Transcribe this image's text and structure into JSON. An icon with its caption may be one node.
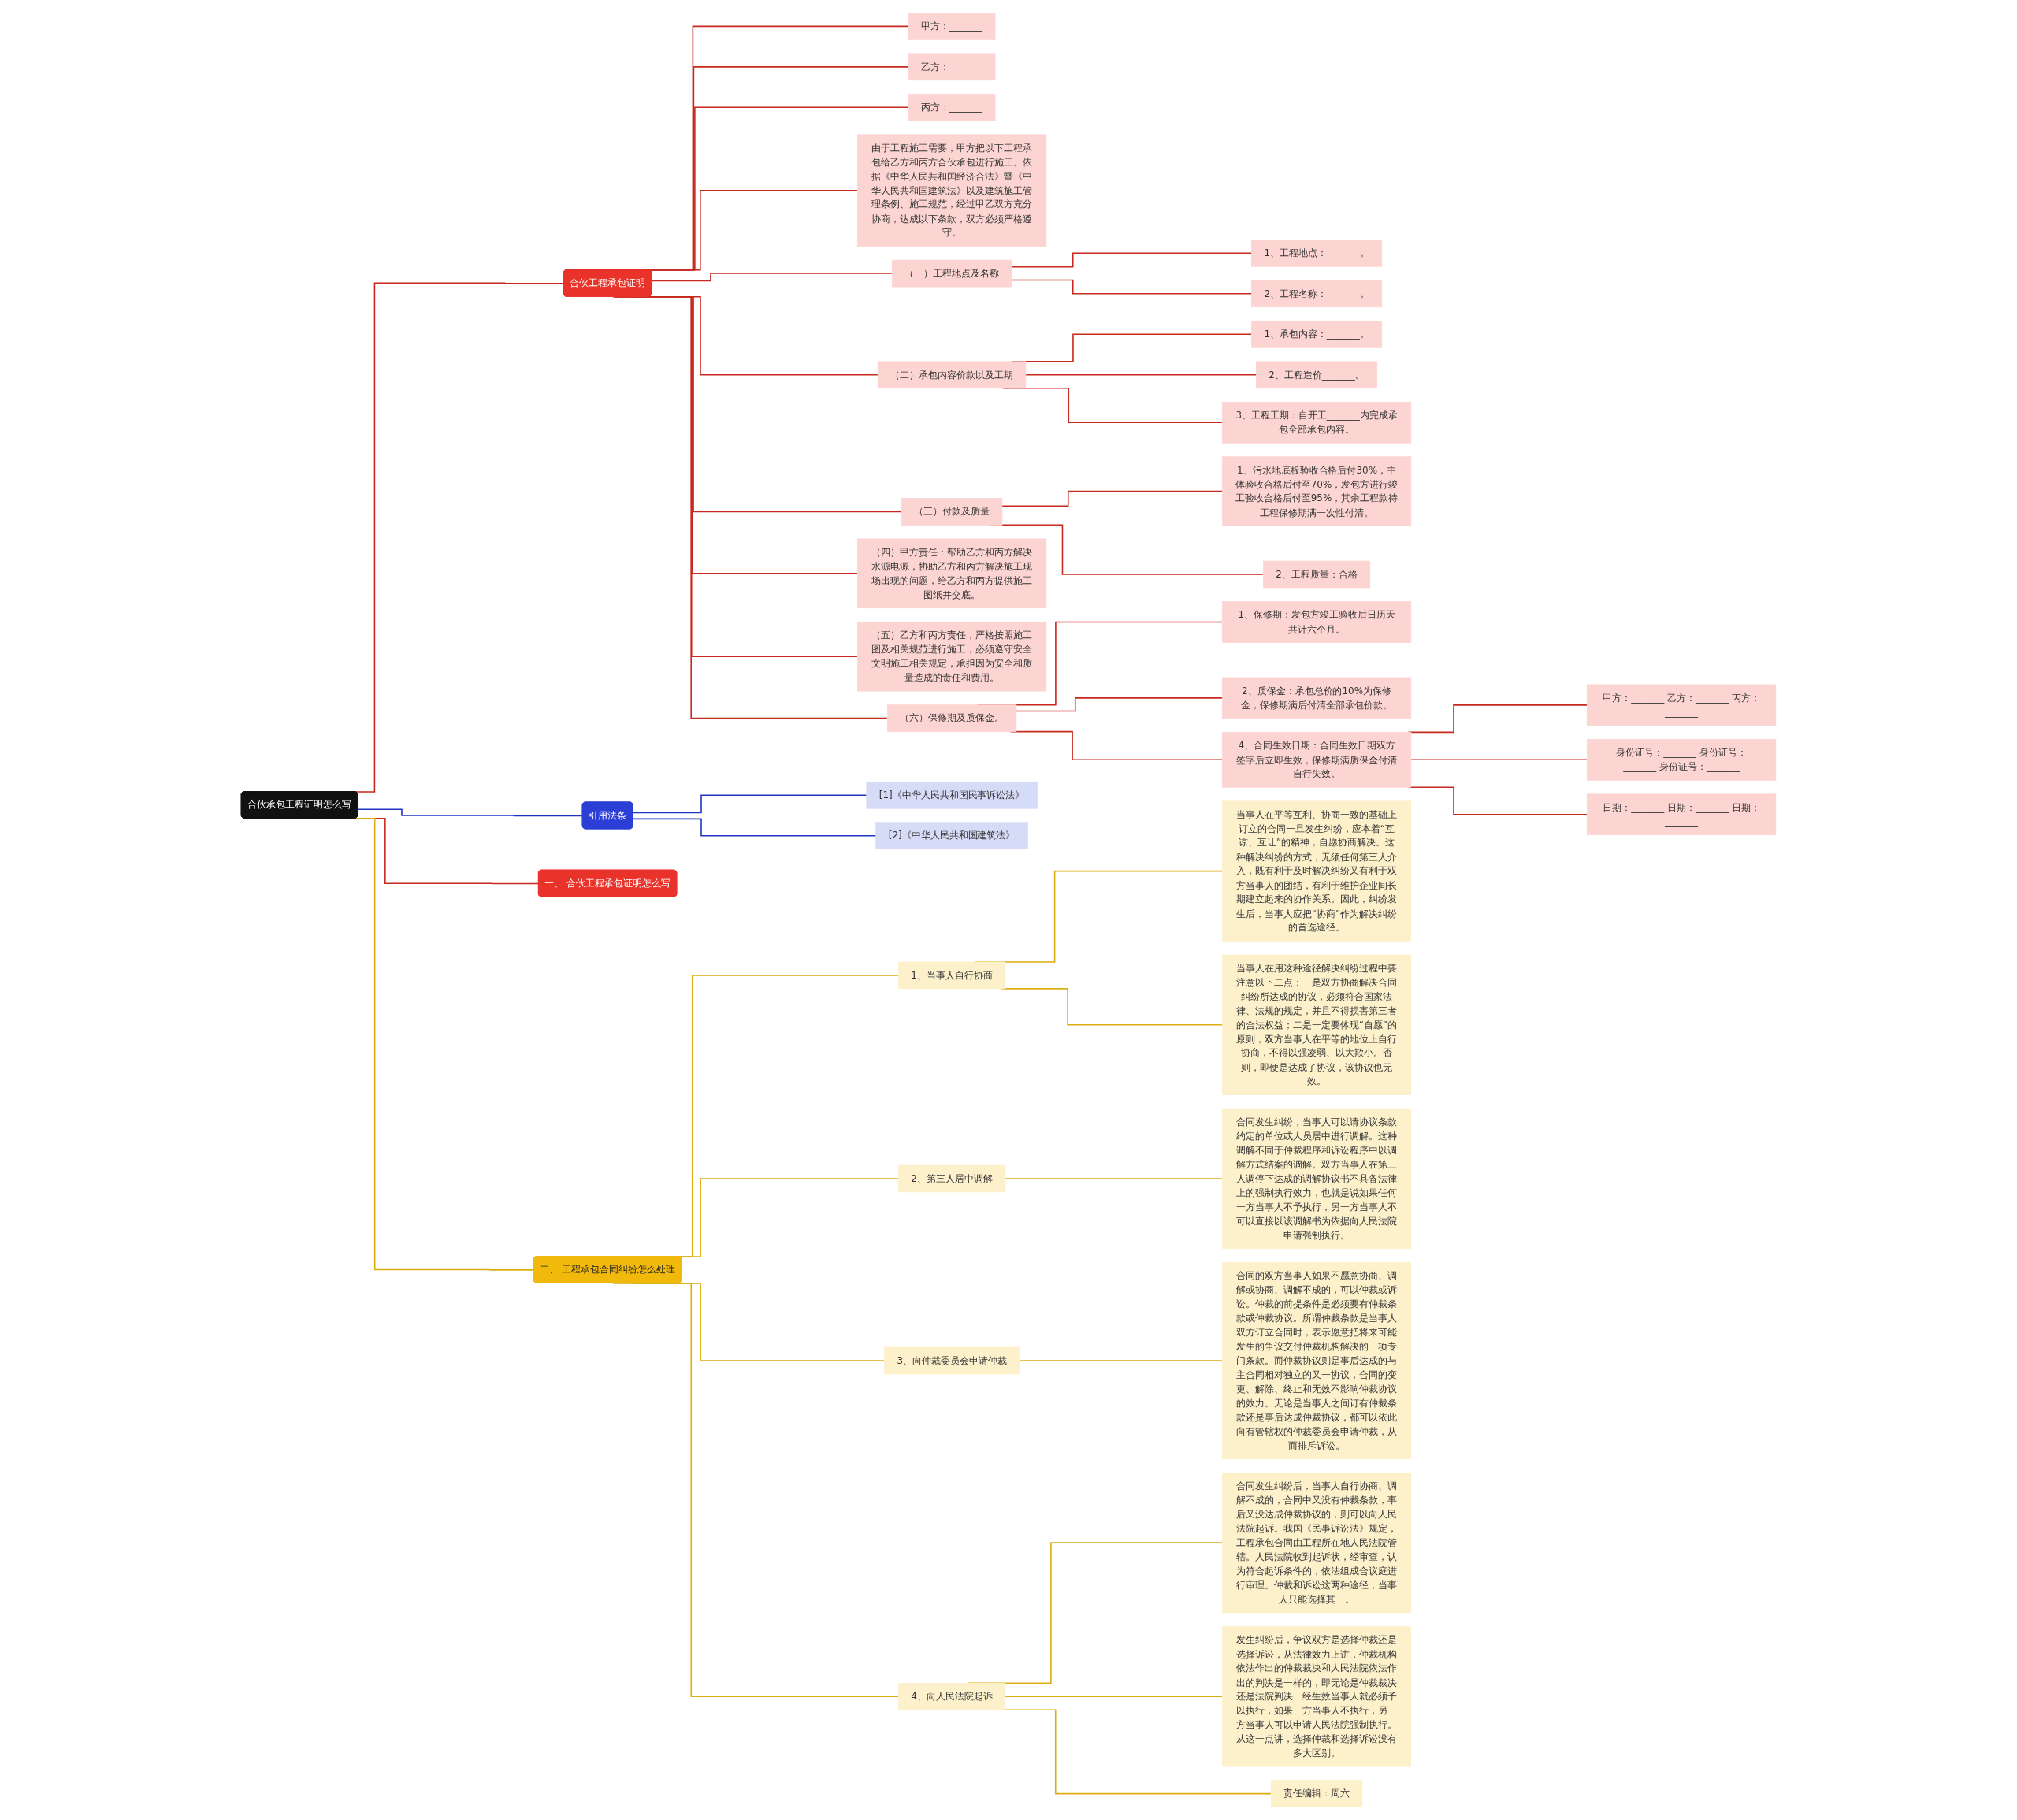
{
  "diagram": {
    "nodes": [
      {
        "text": [
          "合伙承包工程证明怎么写"
        ]
      },
      {
        "text": [
          "合伙工程承包证明"
        ]
      },
      {
        "text": [
          "甲方：_______"
        ]
      },
      {
        "text": [
          "乙方：_______"
        ]
      },
      {
        "text": [
          "丙方：_______"
        ]
      },
      {
        "text": [
          "由于工程施工需要，甲方把以下工程承包给乙方和丙方合伙承包进行施工。依据《中华人民共和国经济合法》暨《中华人民共和国建筑法》以及建筑施工管理条例、施工规范，经过甲乙双方充分协商，达成以下条款，双方必须严格遵守。"
        ]
      },
      {
        "text": [
          "（一）工程地点及名称"
        ]
      },
      {
        "text": [
          "1、工程地点：_______。"
        ]
      },
      {
        "text": [
          "2、工程名称：_______。"
        ]
      },
      {
        "text": [
          "（二）承包内容价款以及工期"
        ]
      },
      {
        "text": [
          "1、承包内容：_______。"
        ]
      },
      {
        "text": [
          "2、工程造价_______。"
        ]
      },
      {
        "text": [
          "3、工程工期：自开工_______内完成承包全部承包内容。"
        ]
      },
      {
        "text": [
          "（三）付款及质量"
        ]
      },
      {
        "text": [
          "1、污水地底板验收合格后付30%，主体验收合格后付至70%，发包方进行竣工验收合格后付至95%，其余工程款待工程保修期满一次性付清。"
        ]
      },
      {
        "text": [
          "2、工程质量：合格"
        ]
      },
      {
        "text": [
          "（四）甲方责任：帮助乙方和丙方解决水源电源，协助乙方和丙方解决施工现场出现的问题，给乙方和丙方提供施工图纸并交底。"
        ]
      },
      {
        "text": [
          "（五）乙方和丙方责任，严格按照施工图及相关规范进行施工，必须遵守安全文明施工相关规定，承担因为安全和质量造成的责任和费用。"
        ]
      },
      {
        "text": [
          "（六）保修期及质保金。"
        ]
      },
      {
        "text": [
          "1、保修期：发包方竣工验收后日历天共计六个月。"
        ]
      },
      {
        "text": [
          "2、质保金：承包总价的10%为保修金，保修期满后付清全部承包价款。"
        ]
      },
      {
        "text": [
          "4、合同生效日期：合同生效日期双方签字后立即生效，保修期满质保金付清自行失效。"
        ]
      },
      {
        "text": [
          "甲方：_______ 乙方：_______ 丙方：_______"
        ]
      },
      {
        "text": [
          "身份证号：_______ 身份证号：_______ 身份证号：_______"
        ]
      },
      {
        "text": [
          "日期：_______ 日期：_______ 日期：_______"
        ]
      },
      {
        "text": [
          "引用法条"
        ]
      },
      {
        "text": [
          "[1]《中华人民共和国民事诉讼法》"
        ]
      },
      {
        "text": [
          "[2]《中华人民共和国建筑法》"
        ]
      },
      {
        "text": [
          "一、 合伙工程承包证明怎么写"
        ]
      },
      {
        "text": [
          "二、 工程承包合同纠纷怎么处理"
        ]
      },
      {
        "text": [
          "1、当事人自行协商"
        ]
      },
      {
        "text": [
          "当事人在平等互利、协商一致的基础上订立的合同一旦发生纠纷，应本着“互谅、互让”的精神，自愿协商解决。这种解决纠纷的方式，无须任何第三人介入，既有利于及时解决纠纷又有利于双方当事人的团结，有利于维护企业间长期建立起来的协作关系。因此，纠纷发生后，当事人应把“协商”作为解决纠纷的首选途径。"
        ]
      },
      {
        "text": [
          "当事人在用这种途径解决纠纷过程中要注意以下二点：一是双方协商解决合同纠纷所达成的协议，必须符合国家法律、法规的规定，并且不得损害第三者的合法权益；二是一定要体现“自愿”的原则，双方当事人在平等的地位上自行协商，不得以强凌弱、以大欺小。否则，即便是达成了协议，该协议也无效。"
        ]
      },
      {
        "text": [
          "2、第三人居中调解"
        ]
      },
      {
        "text": [
          "合同发生纠纷，当事人可以请协议条款约定的单位或人员居中进行调解。这种调解不同于仲裁程序和诉讼程序中以调解方式结案的调解。双方当事人在第三人调停下达成的调解协议书不具备法律上的强制执行效力，也就是说如果任何一方当事人不予执行，另一方当事人不可以直接以该调解书为依据向人民法院申请强制执行。"
        ]
      },
      {
        "text": [
          "3、向仲裁委员会申请仲裁"
        ]
      },
      {
        "text": [
          "合同的双方当事人如果不愿意协商、调解或协商、调解不成的，可以仲裁或诉讼。仲裁的前提条件是必须要有仲裁条款或仲裁协议。所谓仲裁条款是当事人双方订立合同时，表示愿意把将来可能发生的争议交付仲裁机构解决的一项专门条款。而仲裁协议则是事后达成的与主合同相对独立的又一协议，合同的变更、解除、终止和无效不影响仲裁协议的效力。无论是当事人之间订有仲裁条款还是事后达成仲裁协议，都可以依此向有管辖权的仲裁委员会申请仲裁，从而排斥诉讼。"
        ]
      },
      {
        "text": [
          "4、向人民法院起诉"
        ]
      },
      {
        "text": [
          "合同发生纠纷后，当事人自行协商、调解不成的，合同中又没有仲裁条款，事后又没达成仲裁协议的，则可以向人民法院起诉。我国《民事诉讼法》规定，工程承包合同由工程所在地人民法院管辖。人民法院收到起诉状，经审查，认为符合起诉条件的，依法组成合议庭进行审理。仲裁和诉讼这两种途径，当事人只能选择其一。"
        ]
      },
      {
        "text": [
          "发生纠纷后，争议双方是选择仲裁还是选择诉讼，从法律效力上讲，仲裁机构依法作出的仲裁裁决和人民法院依法作出的判决是一样的，即无论是仲裁裁决还是法院判决一经生效当事人就必须予以执行，如果一方当事人不执行，另一方当事人可以申请人民法院强制执行。从这一点讲，选择仲裁和选择诉讼没有多大区别。"
        ]
      },
      {
        "text": [
          "责任编辑：周六"
        ]
      }
    ],
    "edges": [
      {
        "from": 0,
        "to": 1,
        "arrow": "none",
        "color": "#c8291f"
      },
      {
        "from": 1,
        "to": 2,
        "arrow": "none",
        "color": "#c8291f"
      },
      {
        "from": 1,
        "to": 3,
        "arrow": "none",
        "color": "#c8291f"
      },
      {
        "from": 1,
        "to": 4,
        "arrow": "none",
        "color": "#c8291f"
      },
      {
        "from": 1,
        "to": 5,
        "arrow": "none",
        "color": "#c8291f"
      },
      {
        "from": 1,
        "to": 6,
        "arrow": "none",
        "color": "#c8291f"
      },
      {
        "from": 6,
        "to": 7,
        "arrow": "none",
        "color": "#c8291f"
      },
      {
        "from": 6,
        "to": 8,
        "arrow": "none",
        "color": "#c8291f"
      },
      {
        "from": 1,
        "to": 9,
        "arrow": "none",
        "color": "#c8291f"
      },
      {
        "from": 9,
        "to": 10,
        "arrow": "none",
        "color": "#c8291f"
      },
      {
        "from": 9,
        "to": 11,
        "arrow": "none",
        "color": "#c8291f"
      },
      {
        "from": 9,
        "to": 12,
        "arrow": "none",
        "color": "#c8291f"
      },
      {
        "from": 1,
        "to": 13,
        "arrow": "none",
        "color": "#c8291f"
      },
      {
        "from": 13,
        "to": 14,
        "arrow": "none",
        "color": "#c8291f"
      },
      {
        "from": 13,
        "to": 15,
        "arrow": "none",
        "color": "#c8291f"
      },
      {
        "from": 1,
        "to": 16,
        "arrow": "none",
        "color": "#c8291f"
      },
      {
        "from": 1,
        "to": 17,
        "arrow": "none",
        "color": "#c8291f"
      },
      {
        "from": 1,
        "to": 18,
        "arrow": "none",
        "color": "#c8291f"
      },
      {
        "from": 18,
        "to": 19,
        "arrow": "none",
        "color": "#c8291f"
      },
      {
        "from": 18,
        "to": 20,
        "arrow": "none",
        "color": "#c8291f"
      },
      {
        "from": 18,
        "to": 21,
        "arrow": "none",
        "color": "#c8291f"
      },
      {
        "from": 21,
        "to": 22,
        "arrow": "none",
        "color": "#c8291f"
      },
      {
        "from": 21,
        "to": 23,
        "arrow": "none",
        "color": "#c8291f"
      },
      {
        "from": 21,
        "to": 24,
        "arrow": "none",
        "color": "#c8291f"
      },
      {
        "from": 0,
        "to": 25,
        "arrow": "none",
        "color": "#1f35c4"
      },
      {
        "from": 25,
        "to": 26,
        "arrow": "none",
        "color": "#1f35c4"
      },
      {
        "from": 25,
        "to": 27,
        "arrow": "none",
        "color": "#1f35c4"
      },
      {
        "from": 0,
        "to": 28,
        "arrow": "none",
        "color": "#c8291f"
      },
      {
        "from": 0,
        "to": 29,
        "arrow": "none",
        "color": "#dcae10"
      },
      {
        "from": 29,
        "to": 30,
        "arrow": "none",
        "color": "#dcae10"
      },
      {
        "from": 30,
        "to": 31,
        "arrow": "none",
        "color": "#dcae10"
      },
      {
        "from": 30,
        "to": 32,
        "arrow": "none",
        "color": "#dcae10"
      },
      {
        "from": 29,
        "to": 33,
        "arrow": "none",
        "color": "#dcae10"
      },
      {
        "from": 33,
        "to": 34,
        "arrow": "none",
        "color": "#dcae10"
      },
      {
        "from": 29,
        "to": 35,
        "arrow": "none",
        "color": "#dcae10"
      },
      {
        "from": 35,
        "to": 36,
        "arrow": "none",
        "color": "#dcae10"
      },
      {
        "from": 29,
        "to": 37,
        "arrow": "none",
        "color": "#dcae10"
      },
      {
        "from": 37,
        "to": 38,
        "arrow": "none",
        "color": "#dcae10"
      },
      {
        "from": 37,
        "to": 39,
        "arrow": "none",
        "color": "#dcae10"
      },
      {
        "from": 37,
        "to": 40,
        "arrow": "none",
        "color": "#dcae10"
      }
    ]
  }
}
